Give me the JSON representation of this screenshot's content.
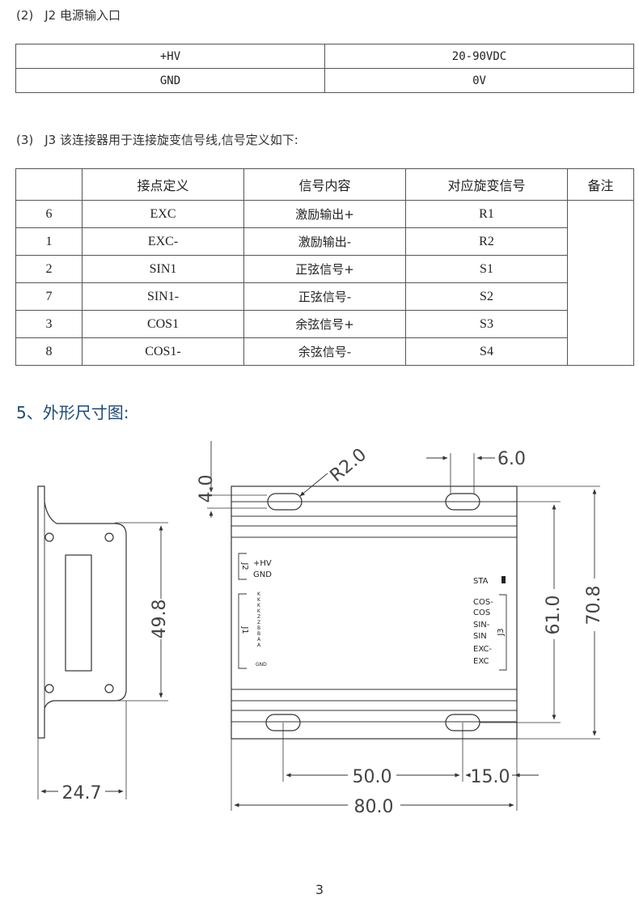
{
  "j2": {
    "heading_num": "(2)",
    "heading_text": "J2 电源输入口",
    "rows": [
      {
        "signal": "+HV",
        "value": "20-90VDC"
      },
      {
        "signal": "GND",
        "value": "0V"
      }
    ]
  },
  "j3": {
    "heading_num": "(3)",
    "heading_text": "J3 该连接器用于连接旋变信号线,信号定义如下:",
    "headers": [
      "",
      "接点定义",
      "信号内容",
      "对应旋变信号",
      "备注"
    ],
    "rows": [
      {
        "pin": "6",
        "def": "EXC",
        "content": "激励输出+",
        "resolver": "R1"
      },
      {
        "pin": "1",
        "def": "EXC-",
        "content": "激励输出-",
        "resolver": "R2"
      },
      {
        "pin": "2",
        "def": "SIN1",
        "content": "正弦信号+",
        "resolver": "S1"
      },
      {
        "pin": "7",
        "def": "SIN1-",
        "content": "正弦信号-",
        "resolver": "S2"
      },
      {
        "pin": "3",
        "def": "COS1",
        "content": "余弦信号+",
        "resolver": "S3"
      },
      {
        "pin": "8",
        "def": "COS1-",
        "content": "余弦信号-",
        "resolver": "S4"
      }
    ]
  },
  "section5": {
    "title": "5、外形尺寸图:"
  },
  "drawing": {
    "dims": {
      "d4": "4.0",
      "r2": "R2.0",
      "d6": "6.0",
      "d498": "49.8",
      "d610": "61.0",
      "d708": "70.8",
      "d500": "50.0",
      "d150": "15.0",
      "d800": "80.0",
      "d247": "24.7"
    },
    "labels": {
      "j2": "J2",
      "hv": "+HV",
      "gnd": "GND",
      "j1": "J1",
      "j3": "J3",
      "sta": "STA",
      "j1_pins": [
        "K",
        "K",
        "K",
        "K",
        "Z",
        "Z",
        "B",
        "B",
        "A",
        "A",
        "GND"
      ],
      "j3_pins": [
        "COS-",
        "COS",
        "SIN-",
        "SIN",
        "EXC-",
        "EXC"
      ]
    }
  },
  "page_number": "3"
}
